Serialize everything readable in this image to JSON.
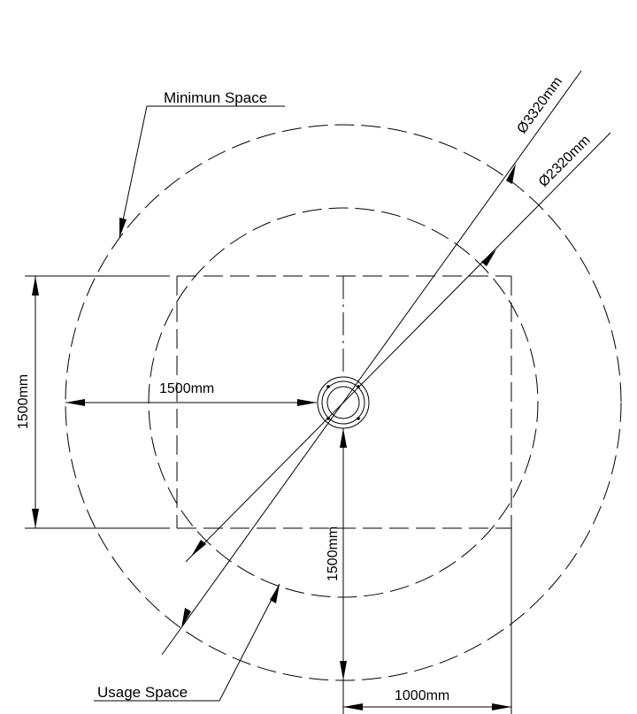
{
  "labels": {
    "minimum_space": "Minimun Space",
    "usage_space": "Usage Space"
  },
  "dimensions": {
    "outer_diameter": "Ø3320mm",
    "inner_diameter": "Ø2320mm",
    "left_height": "1500mm",
    "horizontal_radius": "1500mm",
    "vertical_radius": "1500mm",
    "bottom_offset": "1000mm"
  }
}
